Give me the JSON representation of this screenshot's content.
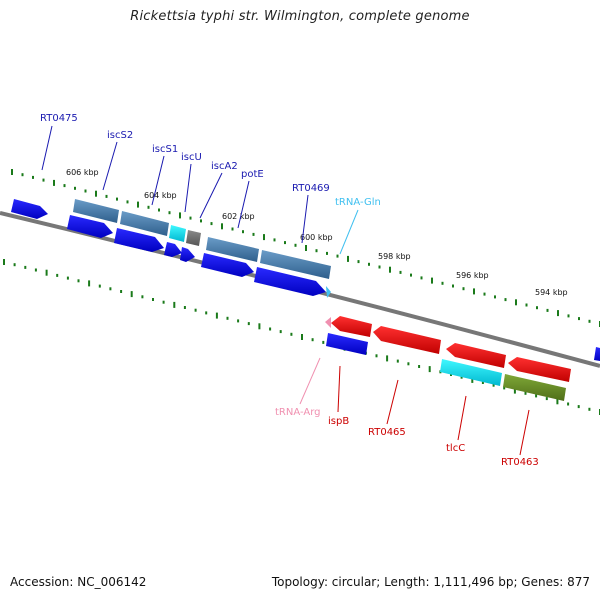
{
  "title": "Rickettsia typhi str. Wilmington, complete genome",
  "footer": {
    "accession": "Accession: NC_006142",
    "summary": "Topology: circular; Length: 1,111,496 bp; Genes: 877"
  },
  "colors": {
    "cds_forward": "#0000ee",
    "cds_reverse": "#ee0000",
    "gene_blue": "#4a7fb0",
    "gene_cyan": "#00e0f0",
    "gene_olive": "#6b8e23",
    "gene_gray": "#707070",
    "trna_gln": "#40c0f0",
    "trna_arg": "#f090b0",
    "tick": "#1a7a1a",
    "backbone": "#888888"
  },
  "kbp_labels": [
    "606 kbp",
    "604 kbp",
    "602 kbp",
    "600 kbp",
    "598 kbp",
    "596 kbp",
    "594 kbp"
  ],
  "gene_labels_top": [
    "RT0475",
    "iscS2",
    "iscS1",
    "iscU",
    "iscA2",
    "potE",
    "RT0469",
    "tRNA-Gln"
  ],
  "gene_labels_bottom": [
    "tRNA-Arg",
    "ispB",
    "RT0465",
    "tlcC",
    "RT0463"
  ]
}
